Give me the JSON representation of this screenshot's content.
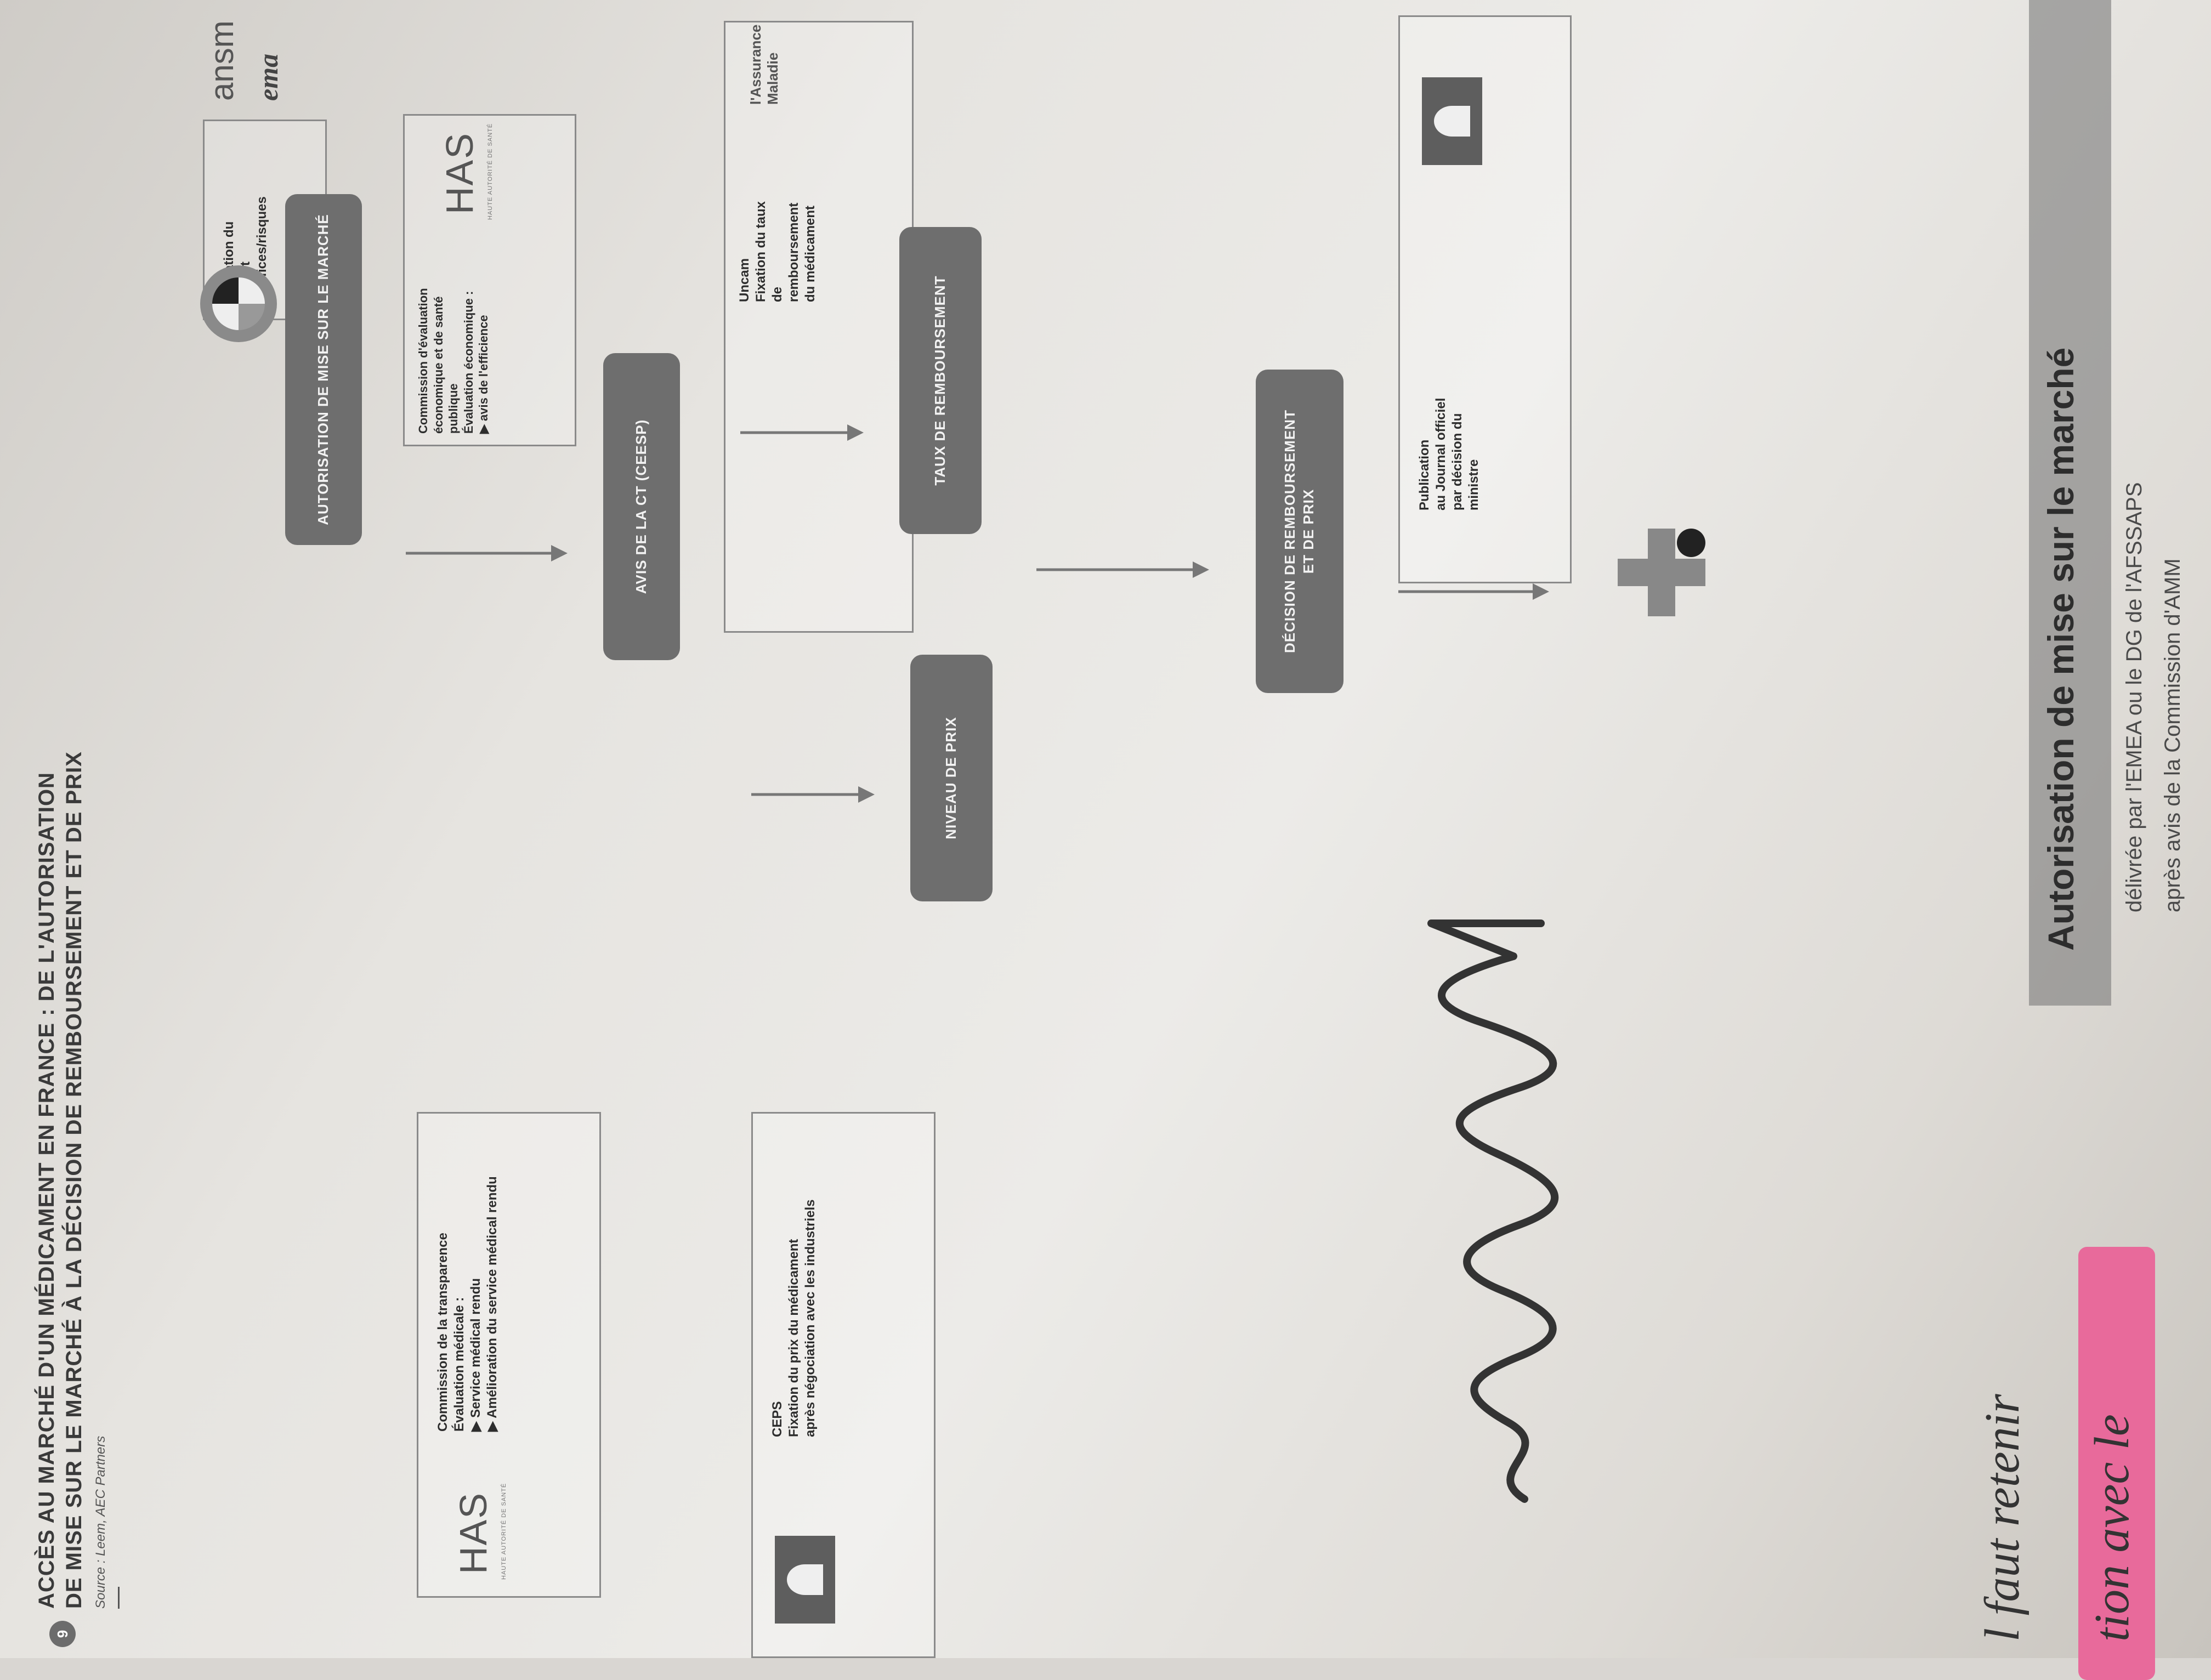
{
  "header": {
    "number": "9",
    "title_line1": "ACCÈS AU MARCHÉ D'UN MÉDICAMENT EN FRANCE : DE L'AUTORISATION",
    "title_line2": "DE MISE SUR LE MARCHÉ À LA DÉCISION DE REMBOURSEMENT ET DE PRIX",
    "source": "Source : Leem, AEC Partners"
  },
  "boxes": {
    "ansm": {
      "logo1": "ansm",
      "logo2": "ema",
      "text": "Évaluation du rapport bénéfices/risques"
    },
    "has_top": {
      "logo": "HAS",
      "logo_sub": "HAUTE AUTORITÉ DE SANTÉ",
      "line1": "Commission d'évaluation",
      "line2": "économique et de santé publique",
      "line3": "Évaluation économique :",
      "line4": "▶ avis de l'efficience"
    },
    "assurance": {
      "logo": "l'Assurance Maladie",
      "line1": "Uncam",
      "line2": "Fixation du taux",
      "line3": "de remboursement",
      "line4": "du médicament"
    },
    "jo": {
      "line1": "Publication",
      "line2": "au Journal officiel",
      "line3": "par décision du ministre"
    },
    "has_bottom": {
      "logo": "HAS",
      "logo_sub": "HAUTE AUTORITÉ DE SANTÉ",
      "line1": "Commission de la transparence",
      "line2": "Évaluation médicale :",
      "line3": "▶ Service médical rendu",
      "line4": "▶ Amélioration du service médical rendu"
    },
    "ceps": {
      "line0": "CEPS",
      "line1": "Fixation du prix du médicament",
      "line2": "après négociation avec les industriels"
    }
  },
  "steps": {
    "amm": "AUTORISATION DE MISE SUR LE MARCHÉ",
    "avis": "AVIS DE LA CT (CEESP)",
    "taux": "TAUX DE REMBOURSEMENT",
    "prix": "NIVEAU DE PRIX",
    "decision_l1": "DÉCISION DE REMBOURSEMENT",
    "decision_l2": "ET DE PRIX"
  },
  "footer": {
    "left_line1": "l faut retenir",
    "left_line2": "tion avec le",
    "banner_title": "Autorisation de mise sur le marché",
    "banner_sub1": "délivrée par l'EMEA ou le DG de l'AFSSAPS",
    "banner_sub2": "après avis de la Commission d'AMM"
  },
  "colors": {
    "pill": "#6e6e6e",
    "highlight": "#e86a9b"
  }
}
